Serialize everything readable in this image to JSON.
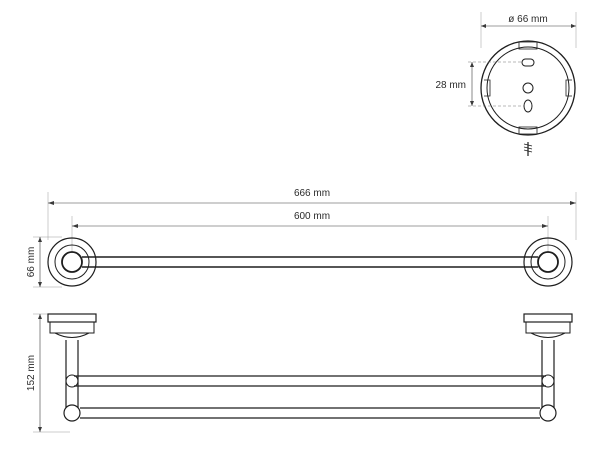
{
  "dimensions": {
    "flange_diameter": "ø 66 mm",
    "hole_spacing": "28 mm",
    "overall_length": "666 mm",
    "bar_length": "600 mm",
    "front_height": "66 mm",
    "side_height": "152 mm"
  },
  "colors": {
    "stroke": "#1e1e1e",
    "dimension": "#3a3a3a",
    "background": "#ffffff"
  }
}
